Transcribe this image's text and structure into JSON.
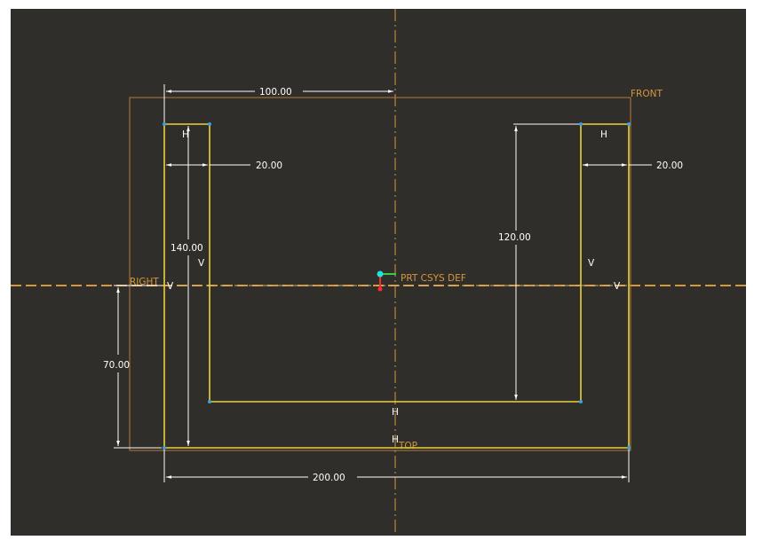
{
  "colors": {
    "background": "#302e2a",
    "sketch": "#e8d23c",
    "dimension": "#ffffff",
    "datum": "#d6963c",
    "vertex": "#3ca0e0",
    "csys_x": "#ff2a2a",
    "csys_y": "#30d040",
    "csys_origin": "#20e0e0"
  },
  "datums": {
    "front": "FRONT",
    "right": "RIGHT",
    "top": "TOP",
    "csys": "PRT CSYS DEF"
  },
  "dimensions": {
    "top_half_width": "100.00",
    "left_wall": "20.00",
    "right_wall": "20.00",
    "left_height": "140.00",
    "right_depth": "120.00",
    "bottom_offset": "70.00",
    "total_width": "200.00"
  },
  "constraints": {
    "horizontal": "H",
    "vertical": "V"
  }
}
